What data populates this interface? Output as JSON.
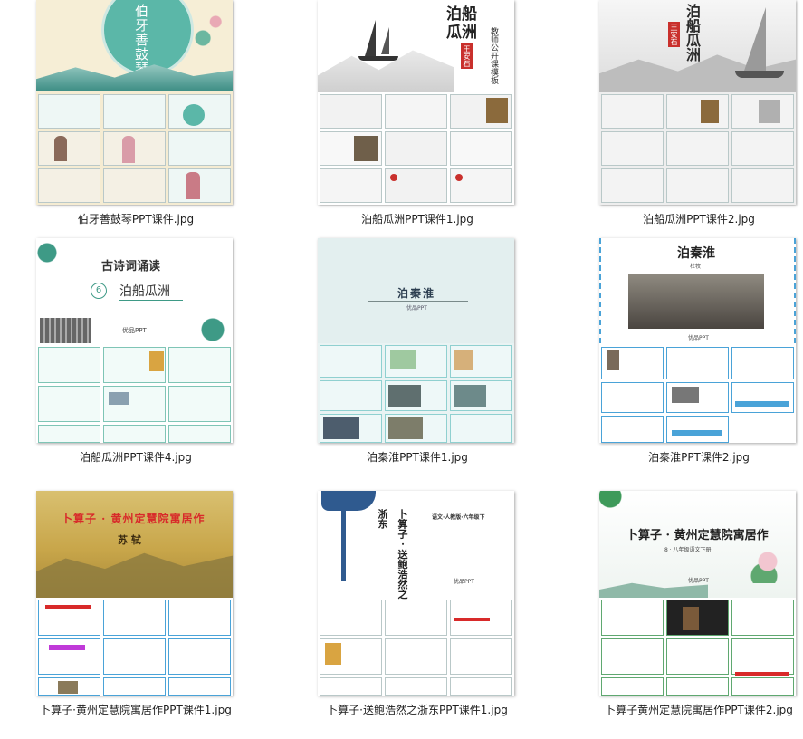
{
  "files": [
    {
      "name": "伯牙善鼓琴PPT课件.jpg",
      "cover_title": "伯牙善鼓琴"
    },
    {
      "name": "泊船瓜洲PPT课件1.jpg",
      "cover_title": "泊船瓜洲",
      "cover_sub": "教师公开课模板",
      "author": "王安石"
    },
    {
      "name": "泊船瓜洲PPT课件2.jpg",
      "cover_title": "泊船瓜洲",
      "author": "王安石"
    },
    {
      "name": "泊船瓜洲PPT课件4.jpg",
      "cover_heading": "古诗词诵读",
      "badge": "6",
      "cover_title": "泊船瓜洲",
      "brand": "优品PPT"
    },
    {
      "name": "泊秦淮PPT课件1.jpg",
      "cover_title": "泊秦淮",
      "brand": "优品PPT"
    },
    {
      "name": "泊秦淮PPT课件2.jpg",
      "cover_title": "泊秦淮",
      "cover_sub": "杜牧",
      "brand": "优品PPT"
    },
    {
      "name": "卜算子·黄州定慧院寓居作PPT课件1.jpg",
      "cover_title": "卜算子 · 黄州定慧院寓居作",
      "author": "苏 轼"
    },
    {
      "name": "卜算子·送鲍浩然之浙东PPT课件1.jpg",
      "cover_title": "卜算子 · 送鲍浩然之浙东",
      "header": "语文·人教版·六年级下",
      "brand": "优品PPT"
    },
    {
      "name": "卜算子黄州定慧院寓居作PPT课件2.jpg",
      "cover_title": "卜算子 · 黄州定慧院寓居作",
      "cover_sub": "8 · 八年级语文下册",
      "brand": "优品PPT"
    }
  ]
}
